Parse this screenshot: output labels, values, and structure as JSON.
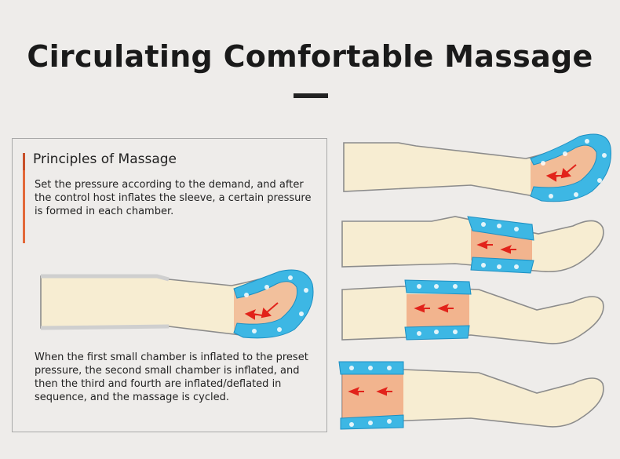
{
  "page": {
    "title": "Circulating Comfortable Massage"
  },
  "principles": {
    "heading": "Principles of Massage",
    "paragraph_1": "Set the pressure according to the demand, and after the control host inflates the sleeve, a certain pressure is formed in each chamber.",
    "paragraph_2": "When the first small chamber is inflated to the preset pressure, the second small chamber is inflated, and then the third and fourth are inflated/deflated in sequence, and the massage is cycled."
  },
  "colors": {
    "sleeve_blue": "#3db7e4",
    "inflate_glow": "#ef9b70",
    "arrow_red": "#e2231a",
    "skin": "#f7edd2",
    "accent": "#e3693a"
  },
  "legs": [
    {
      "id": "main",
      "inflated_chamber": "foot"
    },
    {
      "id": "step-1",
      "inflated_chamber": "foot"
    },
    {
      "id": "step-2",
      "inflated_chamber": "calf"
    },
    {
      "id": "step-3",
      "inflated_chamber": "knee"
    },
    {
      "id": "step-4",
      "inflated_chamber": "thigh"
    }
  ]
}
